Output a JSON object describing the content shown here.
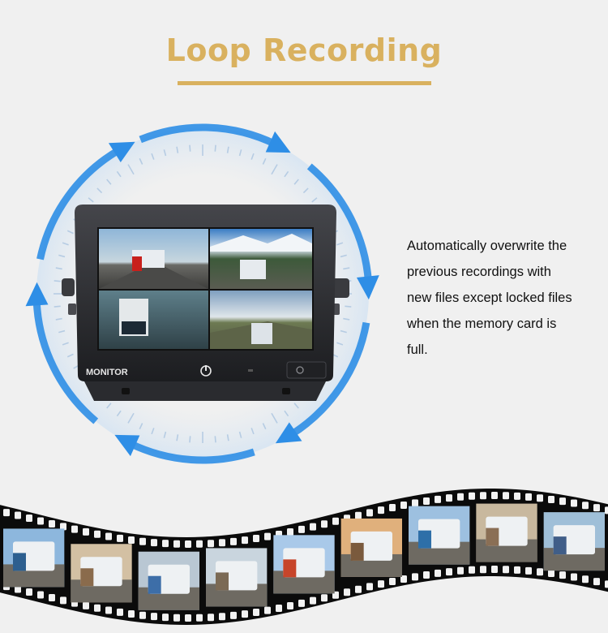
{
  "header": {
    "title": "Loop Recording"
  },
  "description": {
    "lines": [
      "Automatically overwrite the",
      "previous recordings with",
      "new files except locked files",
      "when the memory card is",
      "full."
    ]
  },
  "monitor": {
    "brand_label": "MONITOR"
  },
  "filmstrip": {
    "frame_count": 9
  },
  "colors": {
    "accent_gold": "#d9b15f",
    "arrow_blue": "#2e8ee6",
    "background": "#f0f0f0",
    "monitor_body": "#2a2b2f"
  }
}
